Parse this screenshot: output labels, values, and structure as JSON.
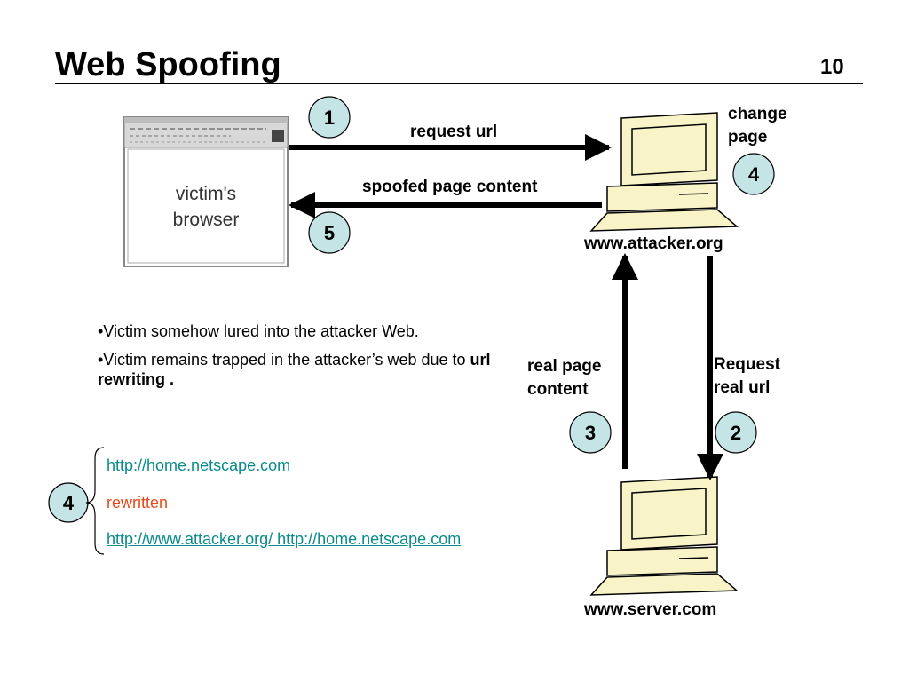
{
  "title": "Web Spoofing",
  "page_number": "10",
  "browser": {
    "line1": "victim's",
    "line2": "browser"
  },
  "arrows": {
    "request_url": "request url",
    "spoofed_content": "spoofed page content"
  },
  "attacker": {
    "label": "www.attacker.org",
    "note_line1": "change",
    "note_line2": "page"
  },
  "server": {
    "label": "www.server.com"
  },
  "vertical_labels": {
    "real_content_line1": "real page",
    "real_content_line2": "content",
    "request_real_line1": "Request",
    "request_real_line2": "real url"
  },
  "steps": {
    "s1": "1",
    "s2": "2",
    "s3": "3",
    "s4": "4",
    "s5": "5",
    "s4b": "4"
  },
  "bullets": {
    "b1": "•Victim somehow lured into the attacker Web.",
    "b2_prefix": "•Victim remains trapped in the attacker’s web due to ",
    "b2_bold": "url rewriting ."
  },
  "rewrite": {
    "link1": "http://home.netscape.com",
    "rewritten": "rewritten",
    "link2": "http://www.attacker.org/ http://home.netscape.com"
  },
  "colors": {
    "step_circle": "#c4e4e6",
    "computer": "#f8f4c8",
    "link": "#0a8a8a",
    "rewritten": "#e84a1a"
  }
}
